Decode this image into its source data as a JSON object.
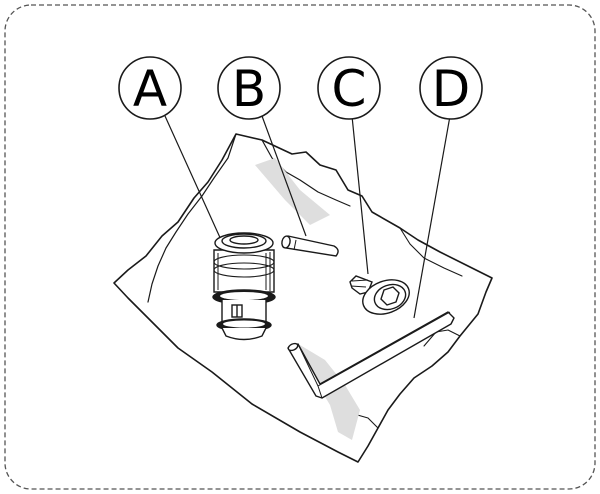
{
  "callouts": [
    {
      "id": "A",
      "label": "A",
      "part": "cartridge"
    },
    {
      "id": "B",
      "label": "B",
      "part": "pin"
    },
    {
      "id": "C",
      "label": "C",
      "part": "screw"
    },
    {
      "id": "D",
      "label": "D",
      "part": "hex-key"
    }
  ],
  "colors": {
    "line": "#1a1a1a",
    "frame": "#555555",
    "paper": "#ffffff",
    "watermark": "#dcdcdc"
  }
}
